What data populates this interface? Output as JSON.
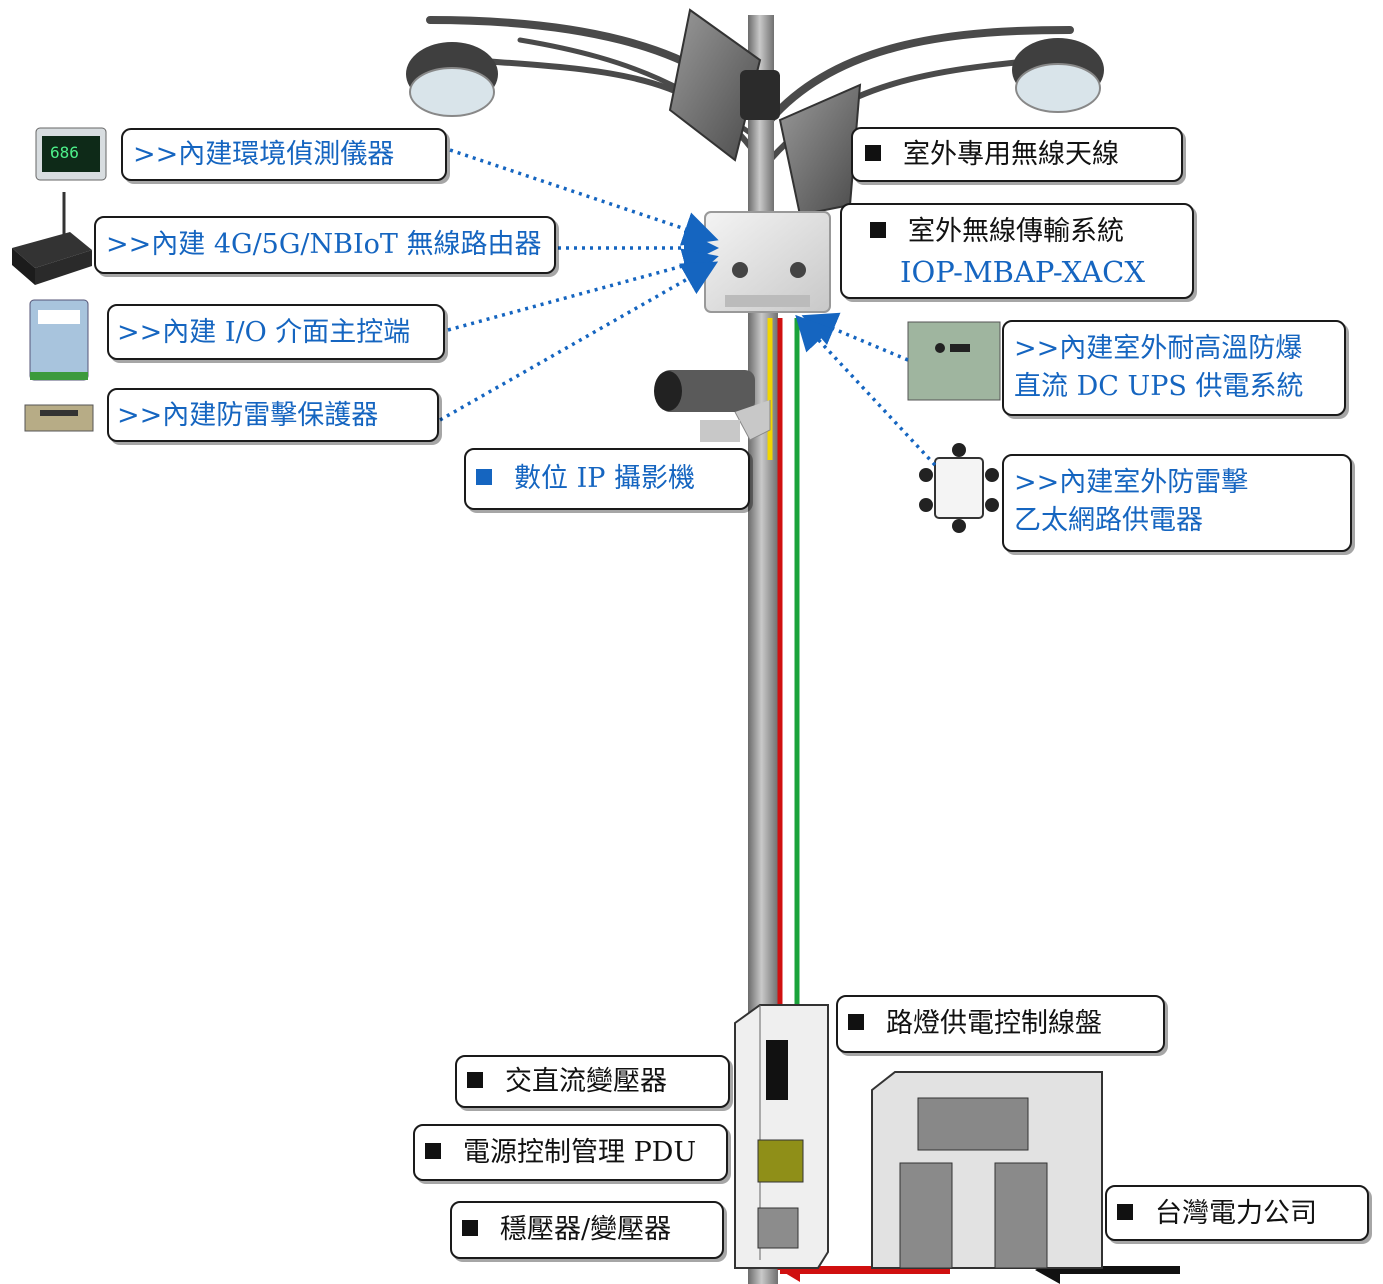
{
  "colors": {
    "label_blue": "#1565c0",
    "wire_yellow": "#f2d600",
    "wire_red": "#d01010",
    "wire_green": "#1aa33a",
    "power_in": "#111111"
  },
  "icons": {
    "antenna": "flat-panel-antenna-icon",
    "camera": "ip-camera-icon",
    "lamp": "street-lamp-icon"
  },
  "top_labels": {
    "antenna": "室外專用無線天線",
    "system_title": "室外無線傳輸系統",
    "system_model": "IOP-MBAP-XACX"
  },
  "left_modules": [
    {
      "text": ">>內建環境偵測儀器",
      "icon": "co2-monitor-icon",
      "display": "686"
    },
    {
      "text": ">>內建 4G/5G/NBIoT 無線路由器",
      "icon": "router-icon"
    },
    {
      "text": ">>內建 I/O 介面主控端",
      "icon": "io-module-icon"
    },
    {
      "text": ">>內建防雷擊保護器",
      "icon": "surge-protector-icon"
    }
  ],
  "camera_label": "數位 IP 攝影機",
  "right_modules": [
    {
      "line1": ">>內建室外耐高溫防爆",
      "line2": "直流 DC UPS 供電系統",
      "icon": "ups-box-icon"
    },
    {
      "line1": ">>內建室外防雷擊",
      "line2": "乙太網路供電器",
      "icon": "poe-injector-icon"
    }
  ],
  "bottom_labels": {
    "panel": "路燈供電控制線盤",
    "ac_dc": "交直流變壓器",
    "pdu": "電源控制管理 PDU",
    "stabilizer": "穩壓器/變壓器",
    "taipower": "台灣電力公司"
  }
}
